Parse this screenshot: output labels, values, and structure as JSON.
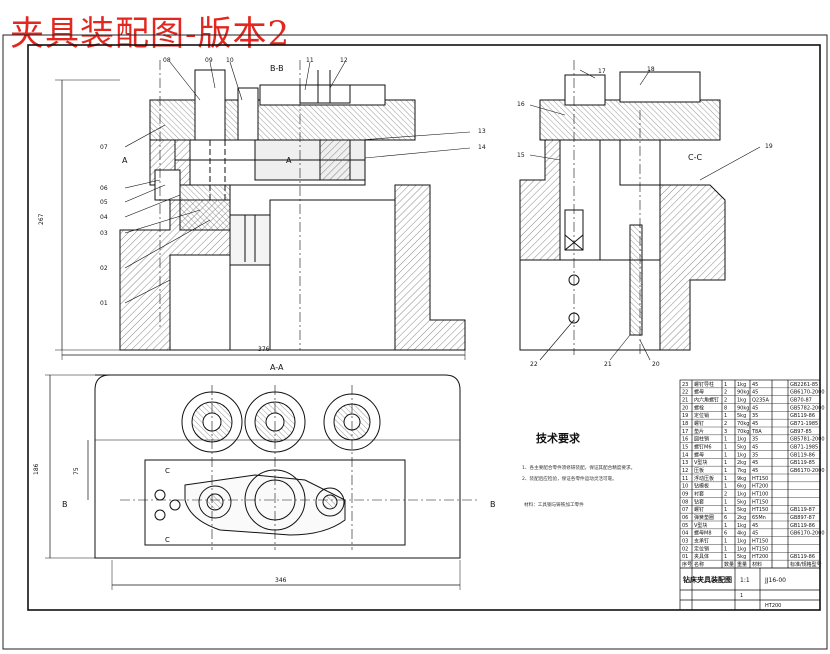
{
  "title": "夹具装配图-版本2",
  "views": {
    "main_section": "B-B",
    "top_view": "A-A",
    "side_section": "C-C"
  },
  "section_marks": {
    "a": "A",
    "b": "B",
    "c": "C"
  },
  "dimensions": {
    "height": "267",
    "width_main": "376",
    "width_top": "346",
    "height_top": "186",
    "offset_top": "75"
  },
  "callouts_main": [
    "08",
    "09",
    "10",
    "11",
    "12",
    "13",
    "14",
    "07",
    "06",
    "05",
    "04",
    "03",
    "02",
    "01"
  ],
  "callouts_side": [
    "17",
    "18",
    "16",
    "15",
    "19",
    "22",
    "21",
    "20"
  ],
  "tech_requirements": {
    "title": "技术要求",
    "notes": [
      "1、各主要配合零件须修研装配，保证其配合精度要求。",
      "2、装配后应检验，保证各零件运动灵活可靠。",
      "材料：工具钢与铸铁加工零件"
    ]
  },
  "bom": {
    "rows": [
      [
        "23",
        "螺钉导柱",
        "1",
        "1kg",
        "45",
        "",
        "GB2261-85"
      ],
      [
        "22",
        "螺母",
        "2",
        "90kg",
        "45",
        "",
        "GB6170-2000"
      ],
      [
        "21",
        "内六角螺钉",
        "2",
        "1kg",
        "Q235A",
        "",
        "GB70-87"
      ],
      [
        "20",
        "螺栓",
        "8",
        "90kg",
        "45",
        "",
        "GB5782-2000"
      ],
      [
        "19",
        "定位销",
        "1",
        "5kg",
        "35",
        "",
        "GB119-86"
      ],
      [
        "18",
        "螺钉",
        "2",
        "70kg",
        "45",
        "",
        "GB71-1985"
      ],
      [
        "17",
        "垫片",
        "3",
        "70kg",
        "T8A",
        "",
        "GB97-85"
      ],
      [
        "16",
        "圆柱销",
        "1",
        "1kg",
        "35",
        "",
        "GB5781-2000"
      ],
      [
        "15",
        "螺钉M6",
        "1",
        "5kg",
        "45",
        "",
        "GB71-1985"
      ],
      [
        "14",
        "螺母",
        "1",
        "1kg",
        "35",
        "",
        "GB119-86"
      ],
      [
        "13",
        "V型块",
        "1",
        "2kg",
        "45",
        "",
        "GB119-85"
      ],
      [
        "12",
        "压板",
        "1",
        "7kg",
        "45",
        "",
        "GB6170-2000"
      ],
      [
        "11",
        "浮动压板",
        "1",
        "9kg",
        "HT150",
        "",
        ""
      ],
      [
        "10",
        "钻模板",
        "1",
        "6kg",
        "HT200",
        "",
        ""
      ],
      [
        "09",
        "衬套",
        "2",
        "1kg",
        "HT100",
        "",
        ""
      ],
      [
        "08",
        "钻套",
        "1",
        "5kg",
        "HT150",
        "",
        ""
      ],
      [
        "07",
        "螺钉",
        "1",
        "5kg",
        "HT150",
        "",
        "GB119-87"
      ],
      [
        "06",
        "弹簧垫圈",
        "6",
        "2kg",
        "65Mn",
        "",
        "GB897-87"
      ],
      [
        "05",
        "V型块",
        "1",
        "1kg",
        "45",
        "",
        "GB119-86"
      ],
      [
        "04",
        "螺母M8",
        "6",
        "4kg",
        "45",
        "",
        "GB6170-2000"
      ],
      [
        "03",
        "支承钉",
        "1",
        "1kg",
        "HT150",
        "",
        ""
      ],
      [
        "02",
        "定位销",
        "1",
        "1kg",
        "HT150",
        "",
        ""
      ],
      [
        "01",
        "夹具体",
        "1",
        "5kg",
        "HT200",
        "",
        "GB119-86"
      ]
    ],
    "header": [
      "序号",
      "名称",
      "数量",
      "重量",
      "材料",
      "",
      "标准/规格型号"
    ],
    "drawing_name": "钻床夹具装配图",
    "scale": "1:1",
    "drawing_no": "JJ16-00",
    "sheet": "1",
    "material": "HT200"
  }
}
